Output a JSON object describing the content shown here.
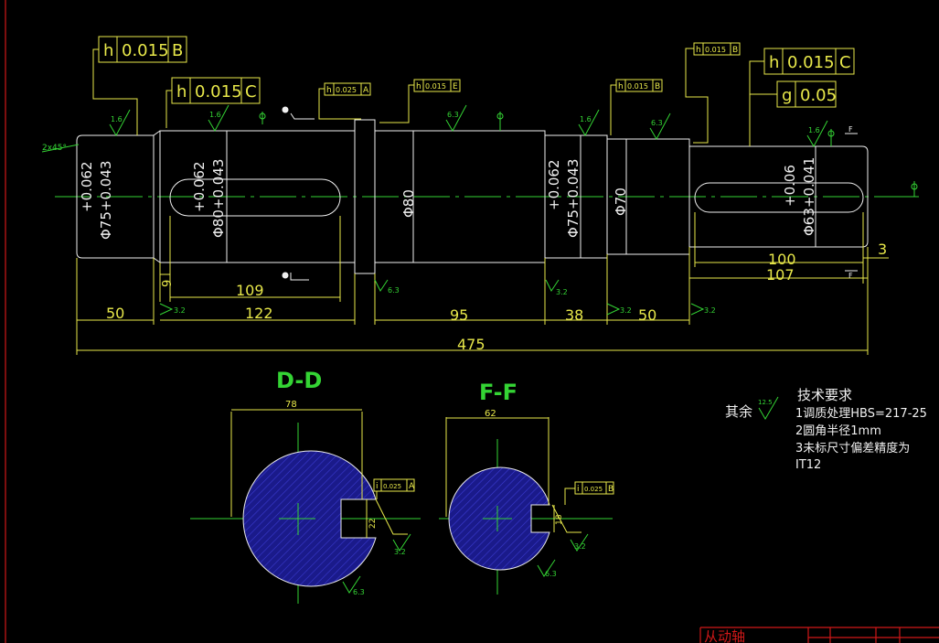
{
  "sections": {
    "dd": "D-D",
    "ff": "F-F"
  },
  "fcf": {
    "b1": {
      "sym": "h",
      "val": "0.015",
      "ref": "B"
    },
    "c1": {
      "sym": "h",
      "val": "0.015",
      "ref": "C"
    },
    "a1": {
      "sym": "h",
      "val": "0.025",
      "ref": "A"
    },
    "e1": {
      "sym": "h",
      "val": "0.015",
      "ref": "E"
    },
    "b2": {
      "sym": "h",
      "val": "0.015",
      "ref": "B"
    },
    "b3": {
      "sym": "h",
      "val": "0.015",
      "ref": "B"
    },
    "c2": {
      "sym": "h",
      "val": "0.015",
      "ref": "C"
    },
    "g1": {
      "sym": "g",
      "val": "0.05"
    },
    "a2": {
      "sym": "i",
      "val": "0.025",
      "ref": "A"
    },
    "b4": {
      "sym": "i",
      "val": "0.025",
      "ref": "B"
    }
  },
  "diameters": {
    "d75a": "Φ75+0.043",
    "d75a_up": "+0.062",
    "d80": "Φ80+0.043",
    "d80_up": "+0.062",
    "d80b": "Φ80",
    "d75b": "Φ75+0.043",
    "d75b_up": "+0.062",
    "d70": "Φ70",
    "d63": "Φ63+0.041",
    "d63_up": "+0.06"
  },
  "dims": {
    "d50a": "50",
    "d122": "122",
    "d109": "109",
    "d95": "95",
    "d38": "38",
    "d50b": "50",
    "d100": "100",
    "d107": "107",
    "d475": "475",
    "d3": "3",
    "d9": "9",
    "d78": "78",
    "d62": "62",
    "d22": "22",
    "d18": "18"
  },
  "roughness": {
    "r16": "1.6",
    "r63": "6.3",
    "r32": "3.2",
    "r125": "12.5",
    "chamfer": "2x45°"
  },
  "labels": {
    "f_top": "F",
    "f_bot": "F"
  },
  "requirements": {
    "qiyu": "其余",
    "title": "技术要求",
    "line1": "1调质处理HBS=217-25",
    "line2": "2圆角半径1mm",
    "line3": "3未标尺寸偏差精度为",
    "line4": "IT12"
  },
  "titleblock": {
    "name": "从动轴"
  }
}
